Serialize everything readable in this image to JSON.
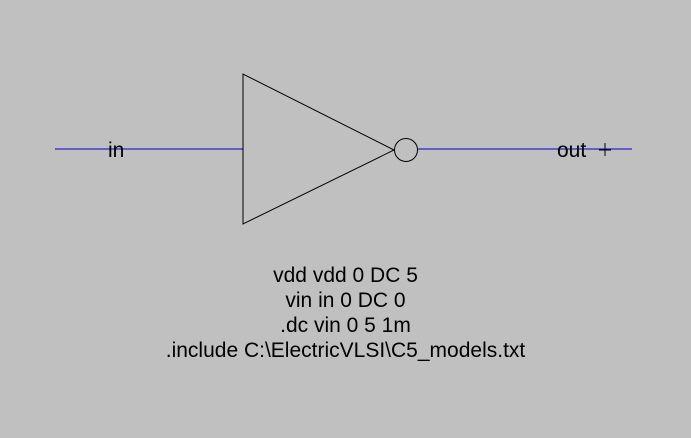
{
  "canvas": {
    "background": "#c0c0c0",
    "wire_color": "#0000cc",
    "symbol_color": "#000000"
  },
  "schematic": {
    "input_label": "in",
    "output_label": "out",
    "output_marker": "+",
    "symbol": "inverter"
  },
  "spice": {
    "lines": [
      "vdd vdd 0 DC 5",
      "vin in 0 DC 0",
      ".dc vin 0 5 1m",
      ".include C:\\ElectricVLSI\\C5_models.txt"
    ]
  }
}
